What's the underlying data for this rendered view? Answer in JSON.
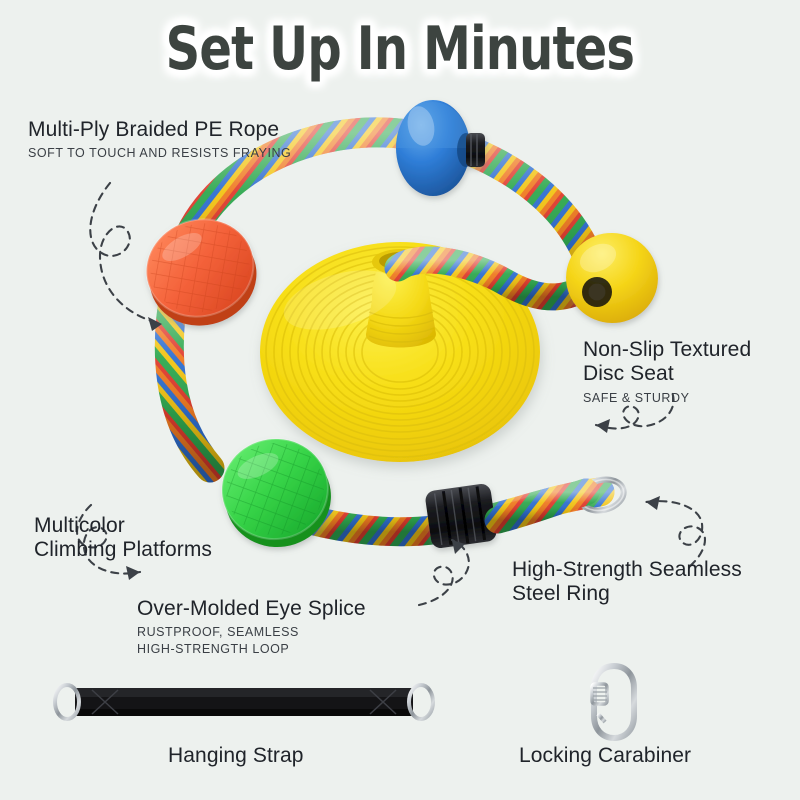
{
  "page": {
    "title": "Set Up In Minutes",
    "background_color": "#edf1ee",
    "title_color": "#3d4440"
  },
  "callouts": [
    {
      "id": "rope",
      "label": "Multi-Ply Braided PE Rope",
      "sub": "SOFT TO TOUCH AND RESISTS FRAYING"
    },
    {
      "id": "disc",
      "label": "Non-Slip Textured\nDisc Seat",
      "sub": "SAFE & STURDY"
    },
    {
      "id": "multicolor",
      "label": "Multicolor\nClimbing Platforms",
      "sub": ""
    },
    {
      "id": "splice",
      "label": "Over-Molded Eye Splice",
      "sub": "RUSTPROOF, SEAMLESS\nHIGH-STRENGTH LOOP"
    },
    {
      "id": "ring",
      "label": "High-Strength Seamless\nSteel Ring",
      "sub": ""
    }
  ],
  "accessories": [
    {
      "id": "hanging-strap",
      "caption": "Hanging Strap"
    },
    {
      "id": "locking-carabiner",
      "caption": "Locking Carabiner"
    }
  ],
  "product": {
    "disc_seat_color": "#f5dd14",
    "platforms": [
      {
        "name": "blue-platform",
        "color": "#2f7ed8"
      },
      {
        "name": "orange-platform",
        "color": "#f4623a"
      },
      {
        "name": "yellow-platform",
        "color": "#f5d518"
      },
      {
        "name": "green-platform",
        "color": "#3ad14a"
      }
    ],
    "rope_colors": [
      "#2fa84f",
      "#2f6fd0",
      "#f2c414",
      "#ef7a21",
      "#e03c2e"
    ],
    "hardware": {
      "steel_ring_color": "#c8cdd2",
      "over_molded_splice_color": "#15161a",
      "strap_color": "#141416",
      "carabiner_color": "#c3c8cd"
    }
  },
  "icons": {
    "arrow": "dashed-curl-arrow-icon"
  }
}
